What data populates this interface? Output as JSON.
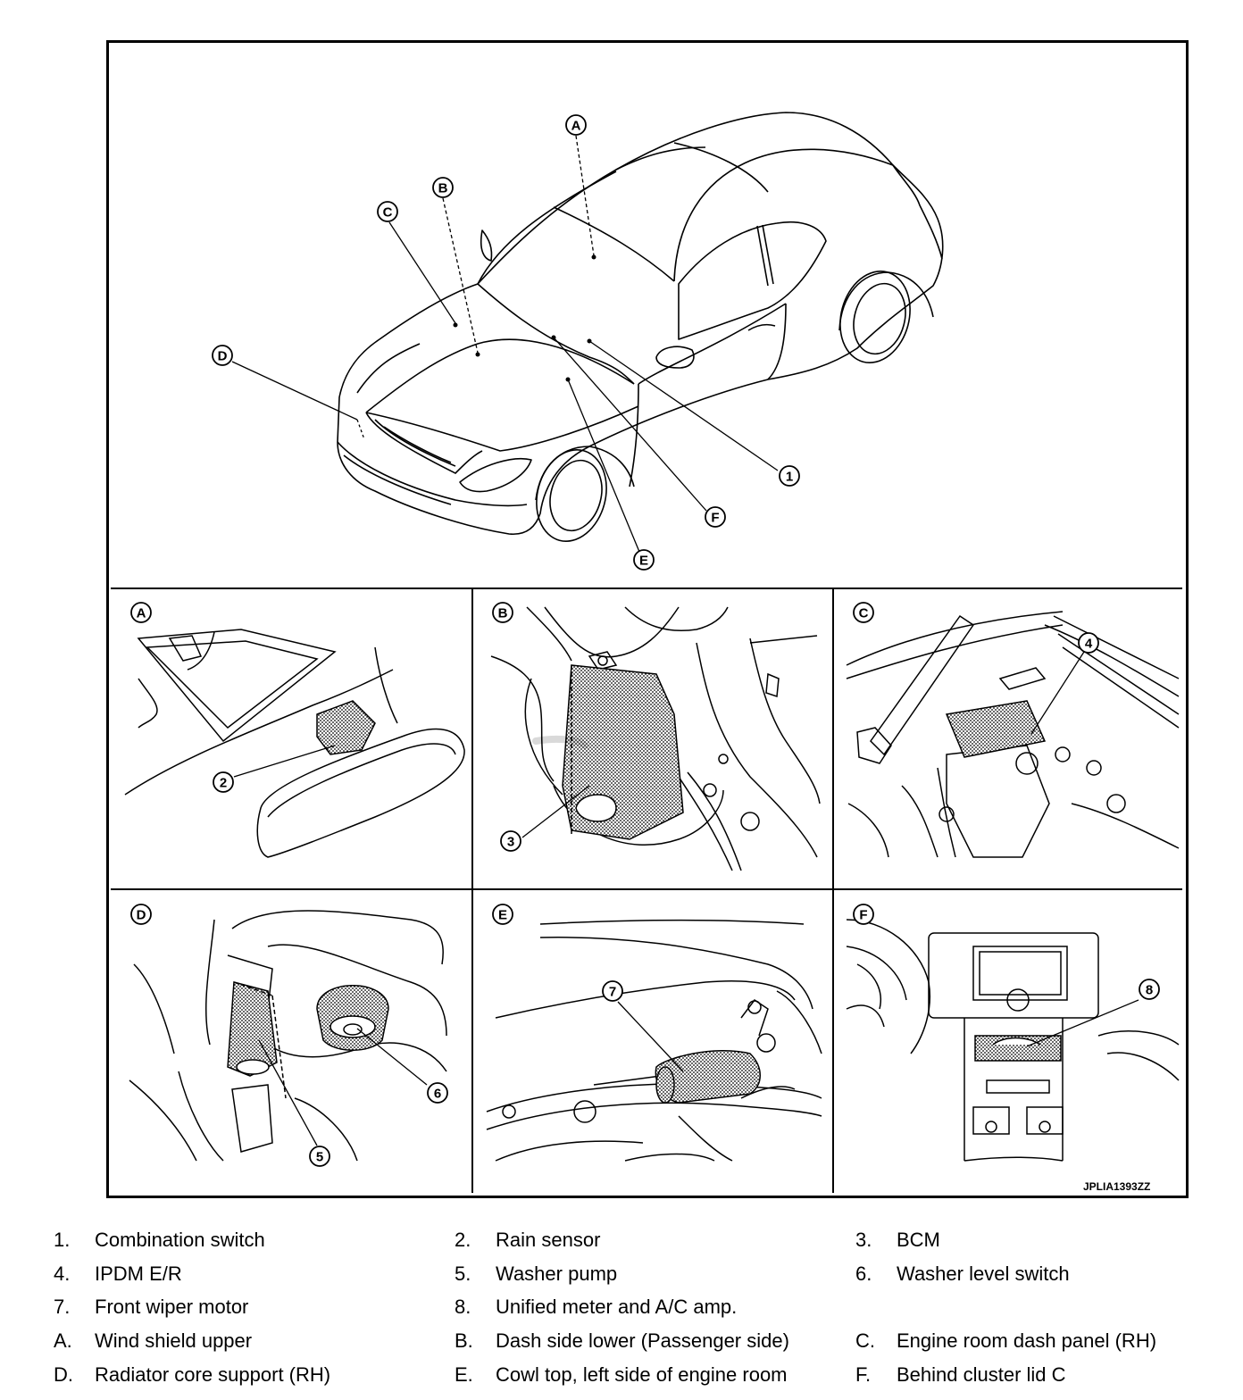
{
  "diagram_code": "JPLIA1393ZZ",
  "panel_labels": [
    "A",
    "B",
    "C",
    "D",
    "E",
    "F"
  ],
  "overview_callouts": {
    "letters": [
      "A",
      "B",
      "C",
      "D",
      "E",
      "F"
    ],
    "numbers": [
      "1"
    ]
  },
  "detail_callouts": [
    "2",
    "3",
    "4",
    "5",
    "6",
    "7",
    "8"
  ],
  "legend": [
    {
      "num": "1.",
      "text": "Combination switch"
    },
    {
      "num": "2.",
      "text": "Rain sensor"
    },
    {
      "num": "3.",
      "text": "BCM"
    },
    {
      "num": "4.",
      "text": "IPDM E/R"
    },
    {
      "num": "5.",
      "text": "Washer pump"
    },
    {
      "num": "6.",
      "text": "Washer level switch"
    },
    {
      "num": "7.",
      "text": "Front wiper motor"
    },
    {
      "num": "8.",
      "text": "Unified meter and A/C amp."
    },
    {
      "num": "A.",
      "text": "Wind shield upper"
    },
    {
      "num": "B.",
      "text": "Dash side lower (Passenger side)"
    },
    {
      "num": "C.",
      "text": "Engine room dash panel (RH)"
    },
    {
      "num": "D.",
      "text": "Radiator core support (RH)"
    },
    {
      "num": "E.",
      "text": "Cowl top, left side of engine room"
    },
    {
      "num": "F.",
      "text": "Behind cluster lid C"
    }
  ]
}
